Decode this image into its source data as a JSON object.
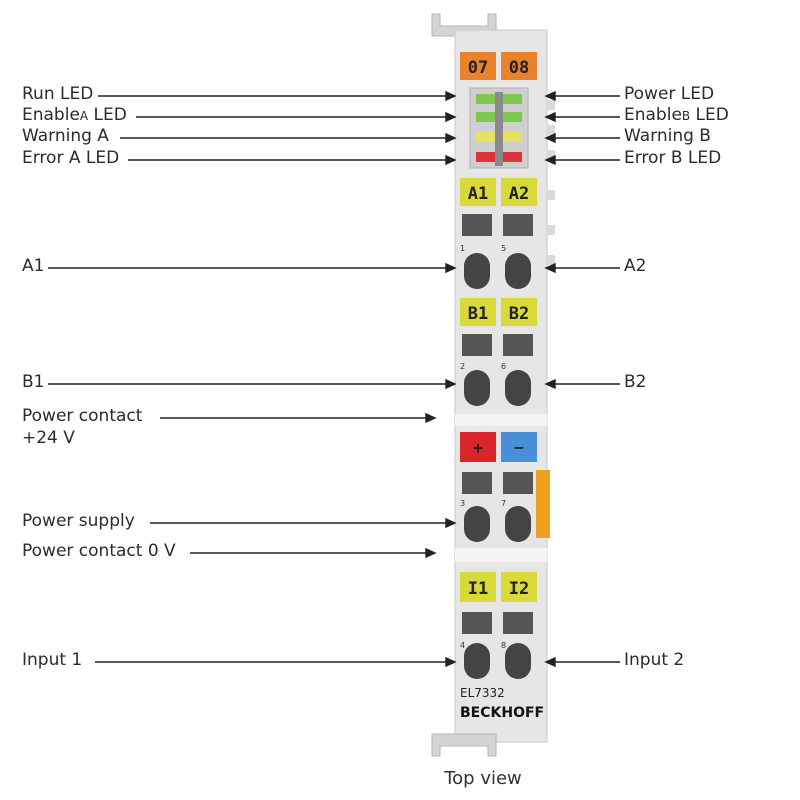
{
  "figure": {
    "caption": "Top view",
    "device": {
      "model": "EL7332",
      "brand": "BECKHOFF"
    },
    "terminal_tags": {
      "o7": "07",
      "o8": "08",
      "a1": "A1",
      "a2": "A2",
      "b1": "B1",
      "b2": "B2",
      "plus": "+",
      "minus": "−",
      "i1": "I1",
      "i2": "I2"
    },
    "pin_numbers": {
      "a1": "1",
      "a2": "5",
      "b1": "2",
      "b2": "6",
      "ps1": "3",
      "ps2": "7",
      "in1": "4",
      "in2": "8"
    },
    "labels_left": {
      "run_led": "Run LED",
      "enable_a_main": "Enable",
      "enable_a_sub": "A",
      "enable_a_tail": " LED",
      "warning_a": "Warning A",
      "error_a": "Error A LED",
      "a1": "A1",
      "b1": "B1",
      "power_contact_24_l1": "Power contact",
      "power_contact_24_l2": "+24 V",
      "power_supply": "Power supply",
      "power_contact_0": "Power contact 0 V",
      "input_1": "Input 1"
    },
    "labels_right": {
      "power_led": "Power LED",
      "enable_b_main": "Enable",
      "enable_b_sub": "B",
      "enable_b_tail": " LED",
      "warning_b": "Warning B",
      "error_b": "Error B LED",
      "a2": "A2",
      "b2": "B2",
      "input_2": "Input 2"
    }
  },
  "colors": {
    "housing": "#e3e3e3",
    "orange_tag": "#e8822c",
    "yellow_tag": "#d9d93a",
    "red_tag": "#d9262c",
    "blue_tag": "#4a90d9",
    "led_green": "#7ec850",
    "led_yellow": "#e8e060",
    "led_red": "#e0323c"
  }
}
